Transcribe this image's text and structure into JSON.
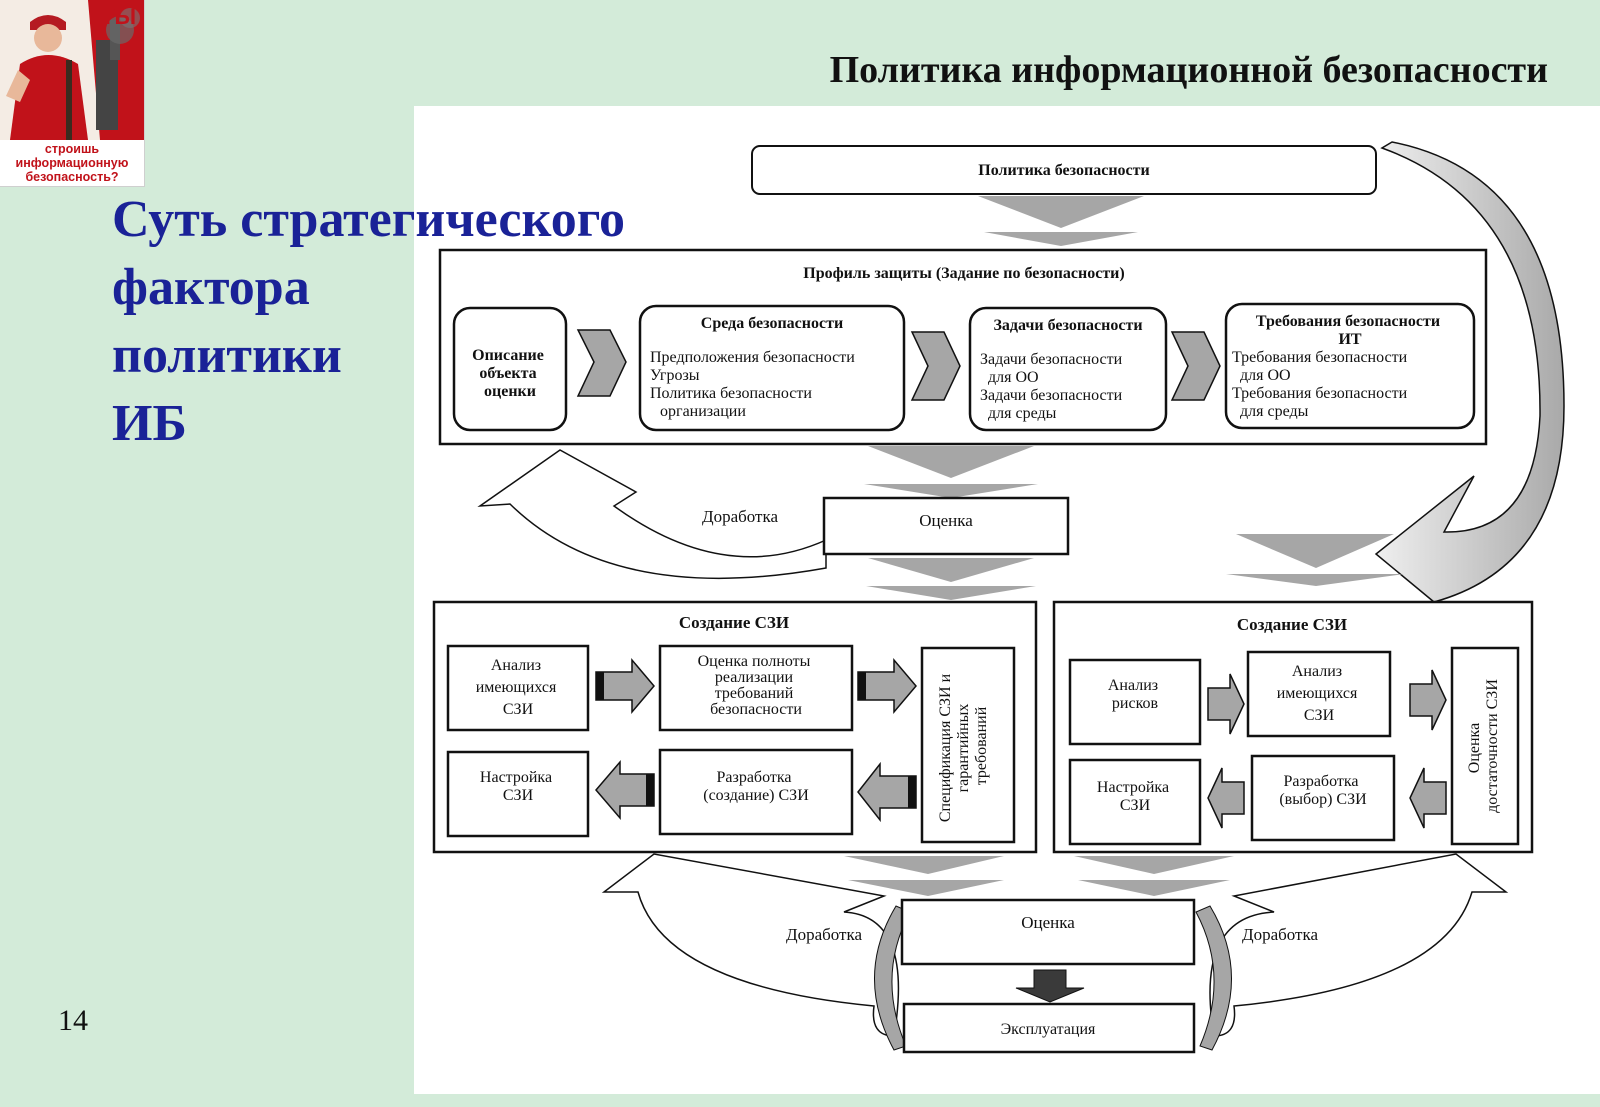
{
  "poster": {
    "top_word": "ТЫ",
    "caption_lines": [
      "строишь",
      "информационную",
      "безопасность?"
    ]
  },
  "slide_title": "Политика информационной безопасности",
  "heading_lines": [
    "Суть стратегического",
    "фактора",
    "политики",
    "ИБ"
  ],
  "page_number": "14",
  "diagram": {
    "policy": "Политика безопасности",
    "profile": {
      "title": "Профиль защиты (Задание по безопасности)",
      "object": [
        "Описание",
        "объекта",
        "оценки"
      ],
      "env_title": "Среда безопасности",
      "env_lines": [
        "Предположения безопасности",
        "Угрозы",
        "Политика безопасности",
        "организации"
      ],
      "tasks_title": "Задачи безопасности",
      "tasks_lines": [
        "Задачи безопасности",
        "для ОО",
        "Задачи безопасности",
        "для среды"
      ],
      "req_title": [
        "Требования безопасности",
        "ИТ"
      ],
      "req_lines": [
        "Требования безопасности",
        "для ОО",
        "Требования безопасности",
        "для среды"
      ]
    },
    "rework_label": "Доработка",
    "evaluation_label": "Оценка",
    "szi_left": {
      "title": "Создание СЗИ",
      "analysis": [
        "Анализ",
        "имеющихся",
        "СЗИ"
      ],
      "completeness": [
        "Оценка полноты",
        "реализации",
        "требований",
        "безопасности"
      ],
      "spec": [
        "Спецификация СЗИ и",
        "гарантийных",
        "требований"
      ],
      "tuning": [
        "Настройка",
        "СЗИ"
      ],
      "development": [
        "Разработка",
        "(создание) СЗИ"
      ]
    },
    "szi_right": {
      "title": "Создание СЗИ",
      "risk": [
        "Анализ",
        "рисков"
      ],
      "analysis": [
        "Анализ",
        "имеющихся",
        "СЗИ"
      ],
      "sufficiency": [
        "Оценка",
        "достаточности СЗИ"
      ],
      "tuning": [
        "Настройка",
        "СЗИ"
      ],
      "development": [
        "Разработка",
        "(выбор) СЗИ"
      ]
    },
    "bottom_evaluation": "Оценка",
    "rework_left": "Доработка",
    "rework_right": "Доработка",
    "operation": "Эксплуатация"
  },
  "colors": {
    "background": "#d3ebd9",
    "heading": "#1a2297",
    "arrow_fill": "#a6a6a6",
    "arrow_dark": "#3a3a3a",
    "poster_red": "#c1121a"
  }
}
